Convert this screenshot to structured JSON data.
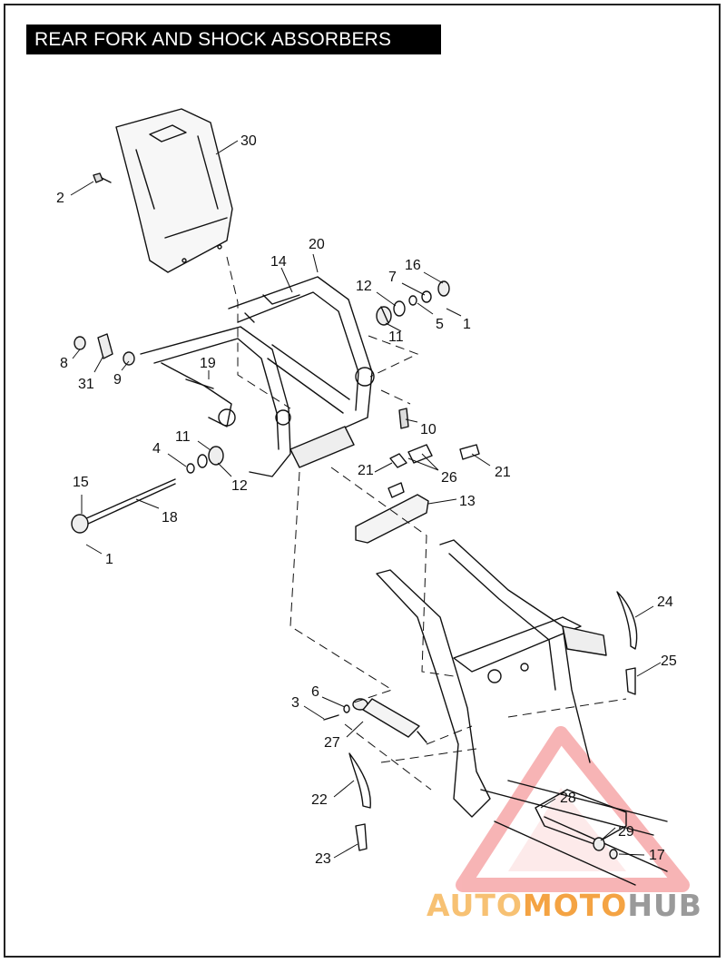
{
  "title": "REAR FORK AND SHOCK ABSORBERS",
  "callouts": [
    {
      "n": "30"
    },
    {
      "n": "2"
    },
    {
      "n": "20"
    },
    {
      "n": "14"
    },
    {
      "n": "16"
    },
    {
      "n": "7"
    },
    {
      "n": "12"
    },
    {
      "n": "5"
    },
    {
      "n": "1"
    },
    {
      "n": "11"
    },
    {
      "n": "8"
    },
    {
      "n": "31"
    },
    {
      "n": "9"
    },
    {
      "n": "19"
    },
    {
      "n": "10"
    },
    {
      "n": "11"
    },
    {
      "n": "4"
    },
    {
      "n": "12"
    },
    {
      "n": "21"
    },
    {
      "n": "26"
    },
    {
      "n": "21"
    },
    {
      "n": "15"
    },
    {
      "n": "18"
    },
    {
      "n": "13"
    },
    {
      "n": "1"
    },
    {
      "n": "24"
    },
    {
      "n": "25"
    },
    {
      "n": "6"
    },
    {
      "n": "3"
    },
    {
      "n": "27"
    },
    {
      "n": "28"
    },
    {
      "n": "22"
    },
    {
      "n": "29"
    },
    {
      "n": "17"
    },
    {
      "n": "23"
    }
  ],
  "watermark": {
    "part1": "AUTO",
    "part2": "MOTO",
    "part3": "HUB"
  }
}
